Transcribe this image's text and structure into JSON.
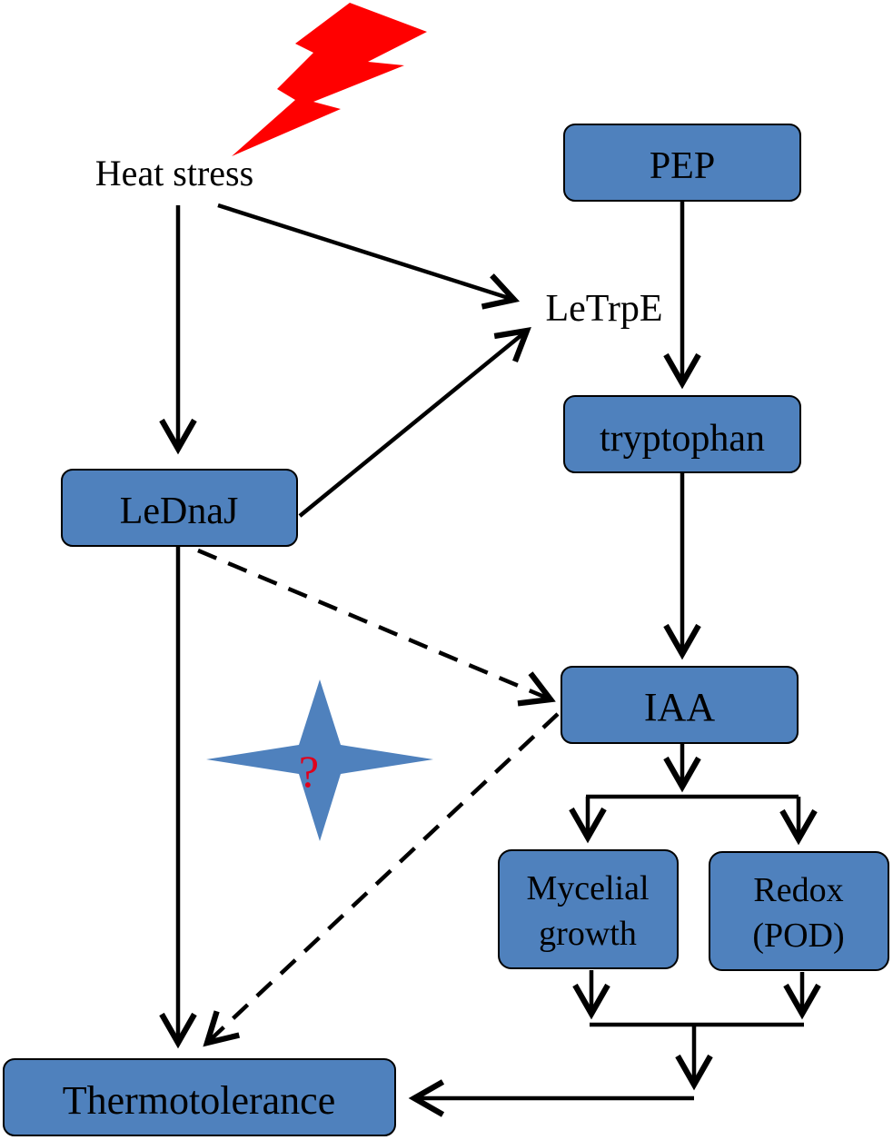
{
  "nodes": {
    "heat_stress": "Heat stress",
    "pep": "PEP",
    "letrpe": "LeTrpE",
    "tryptophan": "tryptophan",
    "lednaj": "LeDnaJ",
    "iaa": "IAA",
    "mycelial_growth_line1": "Mycelial",
    "mycelial_growth_line2": "growth",
    "redox_line1": "Redox",
    "redox_line2": "(POD)",
    "thermotolerance": "Thermotolerance",
    "question_mark": "?"
  },
  "colors": {
    "box_fill": "#4f81bd",
    "box_stroke": "#000000",
    "arrow": "#000000",
    "lightning": "#ff0000",
    "star_fill": "#4f81bd",
    "question": "#e0001b"
  },
  "icons": {
    "lightning": "lightning-bolt-icon",
    "star": "four-point-star-icon"
  }
}
